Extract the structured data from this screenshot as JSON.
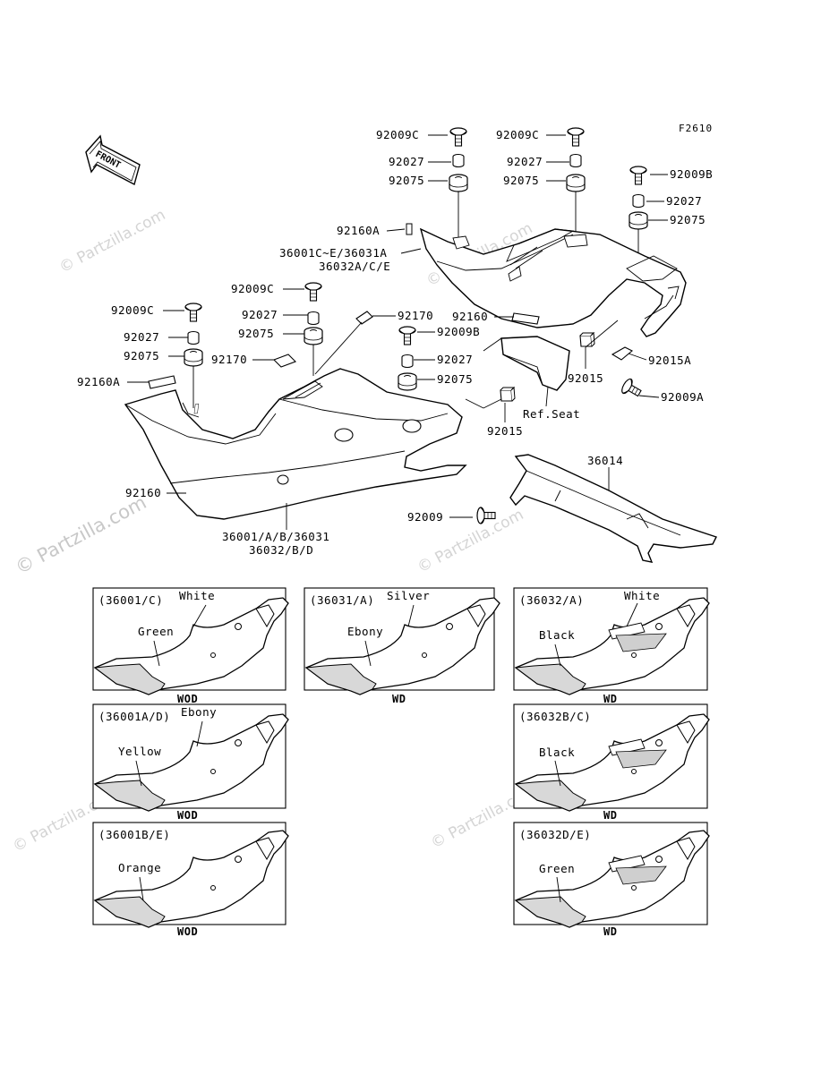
{
  "figure_code": "F2610",
  "front_label": "FRONT",
  "watermark": "© Partzilla.com",
  "callouts": {
    "c92009C_a": "92009C",
    "c92027_a": "92027",
    "c92075_a": "92075",
    "c92009C_b": "92009C",
    "c92027_b": "92027",
    "c92075_b": "92075",
    "c92009B_a": "92009B",
    "c92027_c": "92027",
    "c92075_c": "92075",
    "c92160A_a": "92160A",
    "c36001C": "36001C~E/36031A",
    "c36032ACE": "36032A/C/E",
    "c92160_a": "92160",
    "c92009C_c": "92009C",
    "c92027_d": "92027",
    "c92075_d": "92075",
    "c92170_a": "92170",
    "c92009C_d": "92009C",
    "c92027_e": "92027",
    "c92075_e": "92075",
    "c92170_b": "92170",
    "c92009B_b": "92009B",
    "c92027_f": "92027",
    "c92075_f": "92075",
    "c92160A_b": "92160A",
    "c92015_a": "92015",
    "c92015A": "92015A",
    "c92009A": "92009A",
    "c92015_b": "92015",
    "c_refseat": "Ref.Seat",
    "c36014": "36014",
    "c92160_b": "92160",
    "c92009": "92009",
    "c36001AB": "36001/A/B/36031",
    "c36032BD": "36032/B/D"
  },
  "color_panels": [
    {
      "code": "(36001/C)",
      "colors": [
        "White",
        "Green"
      ],
      "finish": "WOD"
    },
    {
      "code": "(36031/A)",
      "colors": [
        "Silver",
        "Ebony"
      ],
      "finish": "WD"
    },
    {
      "code": "(36032/A)",
      "colors": [
        "White",
        "Black"
      ],
      "finish": "WD"
    },
    {
      "code": "(36001A/D)",
      "colors": [
        "Ebony",
        "Yellow"
      ],
      "finish": "WOD"
    },
    {
      "code": "(36032B/C)",
      "colors": [
        "Black"
      ],
      "finish": "WD"
    },
    {
      "code": "(36001B/E)",
      "colors": [
        "Orange"
      ],
      "finish": "WOD"
    },
    {
      "code": "(36032D/E)",
      "colors": [
        "Green"
      ],
      "finish": "WD"
    }
  ]
}
